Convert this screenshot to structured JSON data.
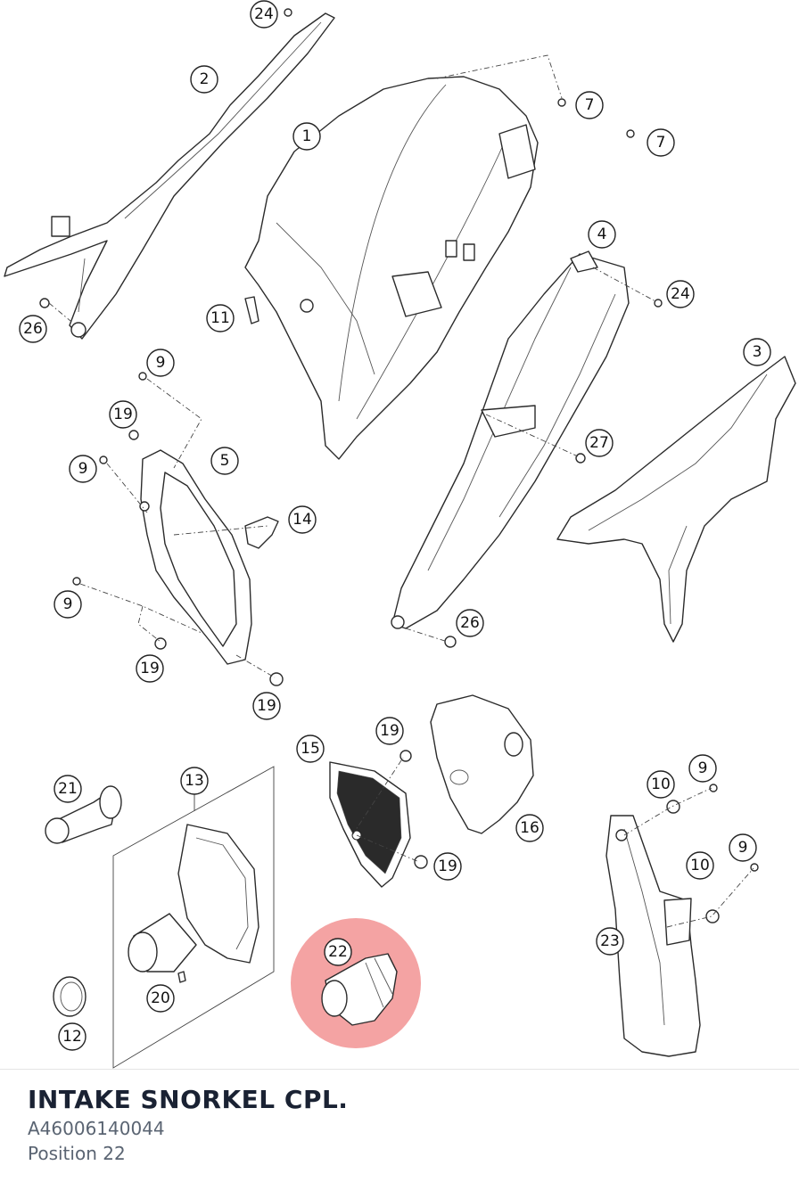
{
  "highlight": {
    "position_label": "22",
    "color": "#f08080"
  },
  "callouts": [
    "24",
    "2",
    "1",
    "7",
    "7",
    "4",
    "24",
    "26",
    "11",
    "3",
    "9",
    "19",
    "5",
    "9",
    "27",
    "14",
    "9",
    "26",
    "19",
    "19",
    "15",
    "19",
    "16",
    "21",
    "13",
    "10",
    "9",
    "19",
    "10",
    "9",
    "22",
    "23",
    "20",
    "12"
  ],
  "part": {
    "name": "INTAKE SNORKEL CPL.",
    "number": "A46006140044",
    "position": "Position 22"
  }
}
